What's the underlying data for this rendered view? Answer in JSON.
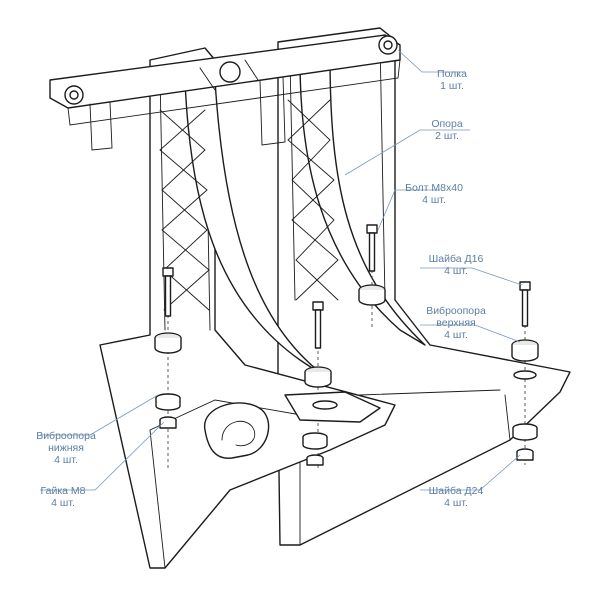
{
  "colors": {
    "line": "#1c1c1c",
    "callout_text": "#5b7ea6",
    "leader": "#7a97b8",
    "background": "#ffffff"
  },
  "callouts": {
    "polka": {
      "name": "Полка",
      "qty": "1 шт."
    },
    "opora": {
      "name": "Опора",
      "qty": "2 шт."
    },
    "bolt": {
      "name": "Болт М8х40",
      "qty": "4 шт."
    },
    "shaiba_d16": {
      "name": "Шайба Д16",
      "qty": "4 шт."
    },
    "vibro_upper": {
      "name": "Виброопора",
      "sub": "верхняя",
      "qty": "4 шт."
    },
    "vibro_lower": {
      "name": "Виброопора",
      "sub": "нижняя",
      "qty": "4 шт."
    },
    "gaika": {
      "name": "Гайка М8",
      "qty": "4 шт."
    },
    "shaiba_d24": {
      "name": "Шайба Д24",
      "qty": "4 шт."
    }
  }
}
